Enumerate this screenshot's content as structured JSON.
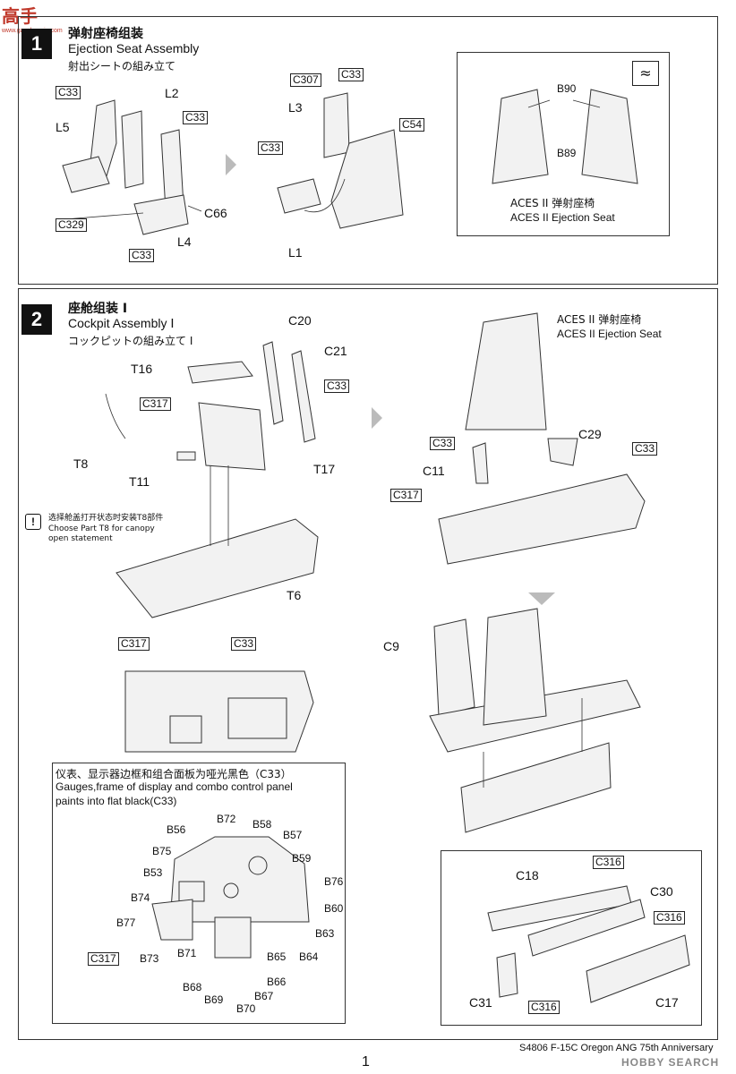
{
  "watermark": {
    "logo_text": "高手",
    "sub_text": "www.gaoshouvip.com"
  },
  "step1": {
    "number": "1",
    "title_cn": "弹射座椅组装",
    "title_en": "Ejection Seat Assembly",
    "title_jp": "射出シートの組み立て",
    "callouts": {
      "c33_a": "C33",
      "l2": "L2",
      "c33_b": "C33",
      "l5": "L5",
      "c66": "C66",
      "c329": "C329",
      "l4": "L4",
      "c33_c": "C33",
      "c307": "C307",
      "c33_d": "C33",
      "l3": "L3",
      "c54": "C54",
      "c33_e": "C33",
      "l1": "L1"
    },
    "inset": {
      "b90": "B90",
      "b89": "B89",
      "caption_cn": "ACES II 弹射座椅",
      "caption_en": "ACES II Ejection Seat"
    }
  },
  "step2": {
    "number": "2",
    "title_cn": "座舱组装 Ⅰ",
    "title_en": "Cockpit Assembly Ⅰ",
    "title_jp": "コックピットの組み立て Ⅰ",
    "callouts": {
      "c20": "C20",
      "c21": "C21",
      "t16": "T16",
      "c33_a": "C33",
      "c317_a": "C317",
      "t8": "T8",
      "t11": "T11",
      "t17": "T17",
      "t6": "T6",
      "c317_b": "C317",
      "c33_b": "C33"
    },
    "note": {
      "cn": "选择舱盖打开状态时安装T8部件",
      "en1": "Choose Part T8 for canopy",
      "en2": "open statement"
    },
    "seat_caption": {
      "cn": "ACES II 弹射座椅",
      "en": "ACES II Ejection Seat"
    },
    "right_callouts": {
      "c29": "C29",
      "c33_a": "C33",
      "c33_b": "C33",
      "c11": "C11",
      "c317": "C317",
      "c9": "C9"
    },
    "paint_box": {
      "line_cn": "仪表、显示器边框和组合面板为哑光黑色（C33）",
      "line_en1": "Gauges,frame of display and combo control panel",
      "line_en2": "paints into flat black(C33)",
      "labels": {
        "b72": "B72",
        "b56": "B56",
        "b58": "B58",
        "b57": "B57",
        "b75": "B75",
        "b59": "B59",
        "b53": "B53",
        "b76": "B76",
        "b74": "B74",
        "b60": "B60",
        "b77": "B77",
        "b63": "B63",
        "b64": "B64",
        "b65": "B65",
        "b71": "B71",
        "b73": "B73",
        "b66": "B66",
        "b68": "B68",
        "b67": "B67",
        "b69": "B69",
        "b70": "B70",
        "c317": "C317"
      }
    },
    "tub_box": {
      "c18": "C18",
      "c316_a": "C316",
      "c30": "C30",
      "c316_b": "C316",
      "c31": "C31",
      "c316_c": "C316",
      "c17": "C17"
    }
  },
  "footer": {
    "product": "S4806 F-15C Oregon ANG 75th Anniversary",
    "page": "1",
    "watermark": "HOBBY SEARCH"
  }
}
